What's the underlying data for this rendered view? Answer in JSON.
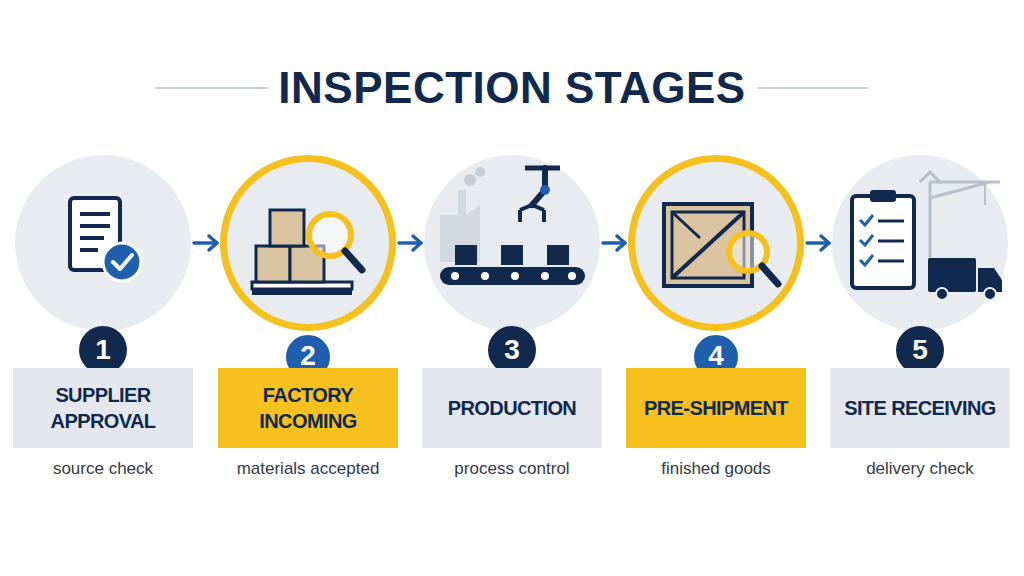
{
  "diagram": {
    "title": "INSPECTION STAGES",
    "nodes": [
      {
        "text": [
          "1"
        ]
      },
      {
        "text": [
          "SUPPLIER APPROVAL",
          "source check"
        ]
      },
      {
        "text": [
          "2"
        ]
      },
      {
        "text": [
          "FACTORY INCOMING",
          "materials accepted"
        ]
      },
      {
        "text": [
          "3"
        ]
      },
      {
        "text": [
          "PRODUCTION",
          "process control"
        ]
      },
      {
        "text": [
          "4"
        ]
      },
      {
        "text": [
          "PRE-SHIPMENT",
          "finished goods"
        ]
      },
      {
        "text": [
          "5"
        ]
      },
      {
        "text": [
          "SITE RECEIVING",
          "delivery check"
        ]
      }
    ],
    "edges": [
      {
        "from": 0,
        "to": 2,
        "arrow": "to"
      },
      {
        "from": 2,
        "to": 4,
        "arrow": "to"
      },
      {
        "from": 4,
        "to": 6,
        "arrow": "to"
      },
      {
        "from": 6,
        "to": 8,
        "arrow": "to"
      }
    ]
  }
}
